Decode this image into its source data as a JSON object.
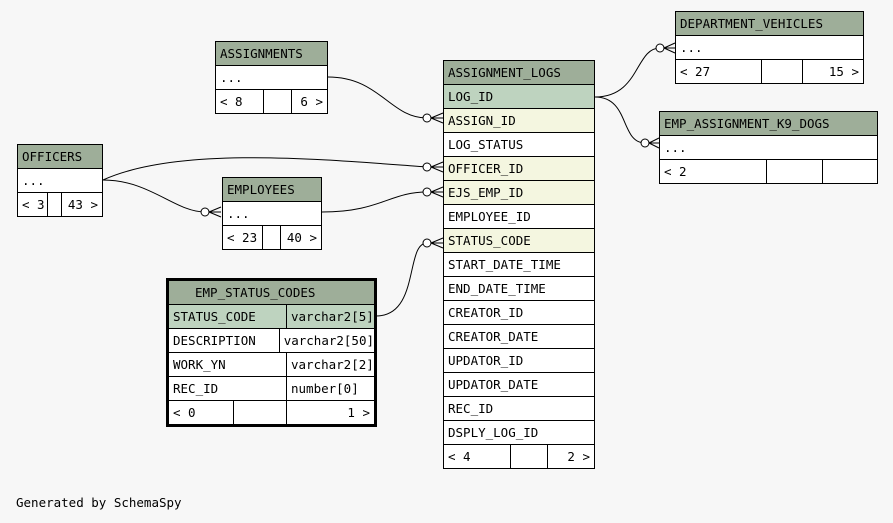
{
  "tables": {
    "assignments": {
      "title": "ASSIGNMENTS",
      "body": "...",
      "left": "< 8",
      "right": "6 >"
    },
    "officers": {
      "title": "OFFICERS",
      "body": "...",
      "left": "< 3",
      "right": "43 >"
    },
    "employees": {
      "title": "EMPLOYEES",
      "body": "...",
      "left": "< 23",
      "right": "40 >"
    },
    "department_vehicles": {
      "title": "DEPARTMENT_VEHICLES",
      "body": "...",
      "left": "< 27",
      "right": "15 >"
    },
    "emp_assignment_k9_dogs": {
      "title": "EMP_ASSIGNMENT_K9_DOGS",
      "body": "...",
      "left": "< 2",
      "right": ""
    },
    "emp_status_codes": {
      "title": "EMP_STATUS_CODES",
      "rows": [
        {
          "name": "STATUS_CODE",
          "type": "varchar2[5]"
        },
        {
          "name": "DESCRIPTION",
          "type": "varchar2[50]"
        },
        {
          "name": "WORK_YN",
          "type": "varchar2[2]"
        },
        {
          "name": "REC_ID",
          "type": "number[0]"
        }
      ],
      "left": "< 0",
      "right": "1 >"
    },
    "assignment_logs": {
      "title": "ASSIGNMENT_LOGS",
      "columns": [
        "LOG_ID",
        "ASSIGN_ID",
        "LOG_STATUS",
        "OFFICER_ID",
        "EJS_EMP_ID",
        "EMPLOYEE_ID",
        "STATUS_CODE",
        "START_DATE_TIME",
        "END_DATE_TIME",
        "CREATOR_ID",
        "CREATOR_DATE",
        "UPDATOR_ID",
        "UPDATOR_DATE",
        "REC_ID",
        "DSPLY_LOG_ID"
      ],
      "left": "< 4",
      "right": "2 >"
    }
  },
  "colors": {
    "header": "#9eae99",
    "primary_key": "#bed3bf",
    "foreign_key": "#f4f6e0",
    "background": "#f7f7f7"
  },
  "footer": {
    "credit": "Generated by SchemaSpy"
  }
}
